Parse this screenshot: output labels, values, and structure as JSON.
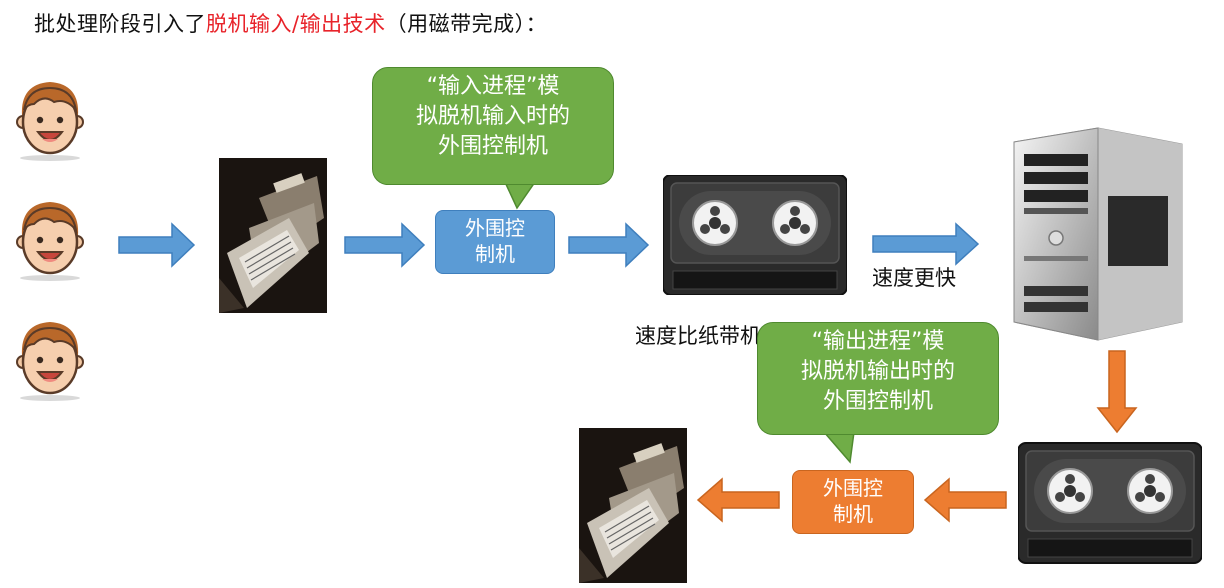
{
  "title": {
    "prefix": "批处理阶段引入了",
    "highlight": "脱机输入/输出技术",
    "suffix": "（用磁带完成）："
  },
  "bubble_input": {
    "line1": "“输入进程”模",
    "line2": "拟脱机输入时的",
    "line3": "外围控制机"
  },
  "bubble_output": {
    "line1": "“输出进程”模",
    "line2": "拟脱机输出时的",
    "line3": "外围控制机"
  },
  "ctrl_input": {
    "line1": "外围控",
    "line2": "制机"
  },
  "ctrl_output": {
    "line1": "外围控",
    "line2": "制机"
  },
  "captions": {
    "faster": "速度更快",
    "tape_speed": "速度比纸带机快很多"
  },
  "icons": {
    "user": "user-face-icon",
    "punch_card_machine": "paper-tape-machine-icon",
    "tape": "magnetic-tape-icon",
    "host": "computer-tower-icon"
  },
  "colors": {
    "highlight": "#e8232a",
    "bubble": "#70ad47",
    "input_ctrl": "#5b9bd5",
    "output_ctrl": "#ed7d31",
    "arrow_blue": "#5b9bd5",
    "arrow_orange": "#ed7d31"
  }
}
